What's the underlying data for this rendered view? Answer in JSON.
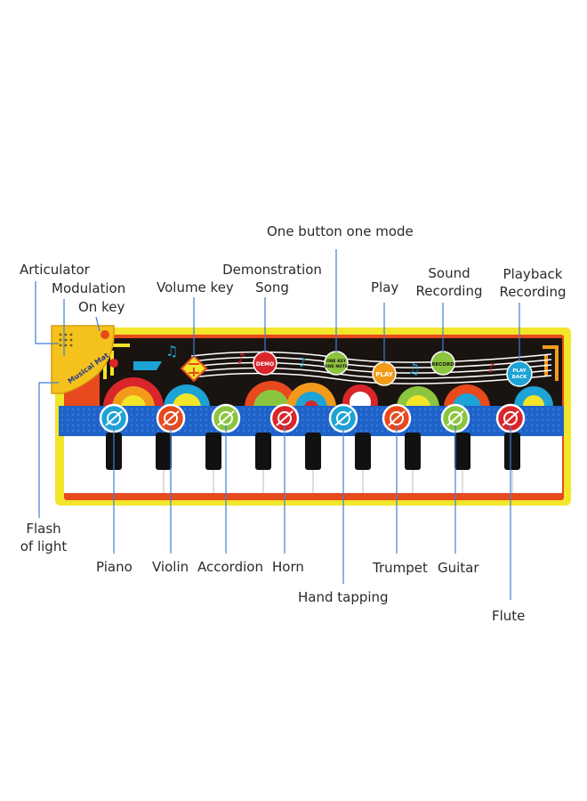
{
  "labels": {
    "articulator": "Articulator",
    "modulation": "Modulation",
    "on_key": "On key",
    "volume_key": "Volume key",
    "demonstration_song_1": "Demonstration",
    "demonstration_song_2": "Song",
    "one_button_one_mode": "One button one mode",
    "play": "Play",
    "sound_recording_1": "Sound",
    "sound_recording_2": "Recording",
    "playback_recording_1": "Playback",
    "playback_recording_2": "Recording",
    "flash_of_light_1": "Flash",
    "flash_of_light_2": "of light",
    "piano": "Piano",
    "violin": "Violin",
    "accordion": "Accordion",
    "horn": "Horn",
    "hand_tapping": "Hand tapping",
    "trumpet": "Trumpet",
    "guitar": "Guitar",
    "flute": "Flute"
  },
  "mat": {
    "brand": "Musical Mat",
    "buttons": {
      "demo": "DEMO",
      "one_key_1": "ONE KEY",
      "one_key_2": "ONE NOTE",
      "play": "PLAY",
      "record": "RECORD",
      "playback_1": "PLAY",
      "playback_2": "BACK"
    }
  },
  "colors": {
    "frame_yellow": "#f2e52a",
    "frame_orange": "#e8491d",
    "band_blue": "#1f62c8",
    "leader_blue": "#3f7fd6"
  }
}
